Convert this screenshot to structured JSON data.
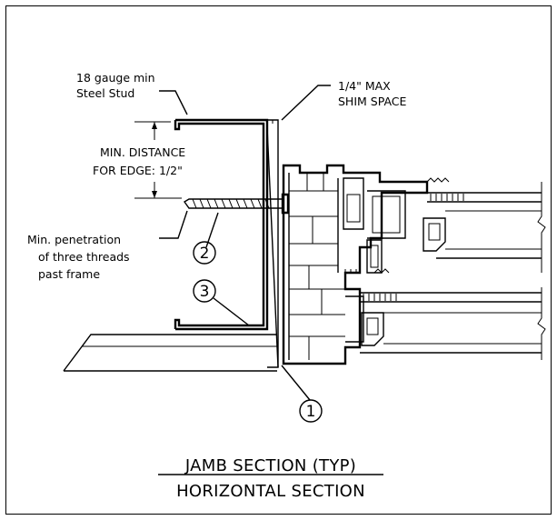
{
  "labels": {
    "stud_line1": "18 gauge min",
    "stud_line2": "Steel Stud",
    "shim_line1": "1/4\" MAX",
    "shim_line2": "SHIM SPACE",
    "edge_line1": "MIN. DISTANCE",
    "edge_line2": "FOR EDGE: 1/2\"",
    "pen_line1": "Min. penetration",
    "pen_line2": "of three threads",
    "pen_line3": "past frame"
  },
  "callouts": {
    "one": "1",
    "two": "2",
    "three": "3"
  },
  "title": {
    "line1": "JAMB SECTION (TYP)",
    "line2": "HORIZONTAL SECTION"
  }
}
